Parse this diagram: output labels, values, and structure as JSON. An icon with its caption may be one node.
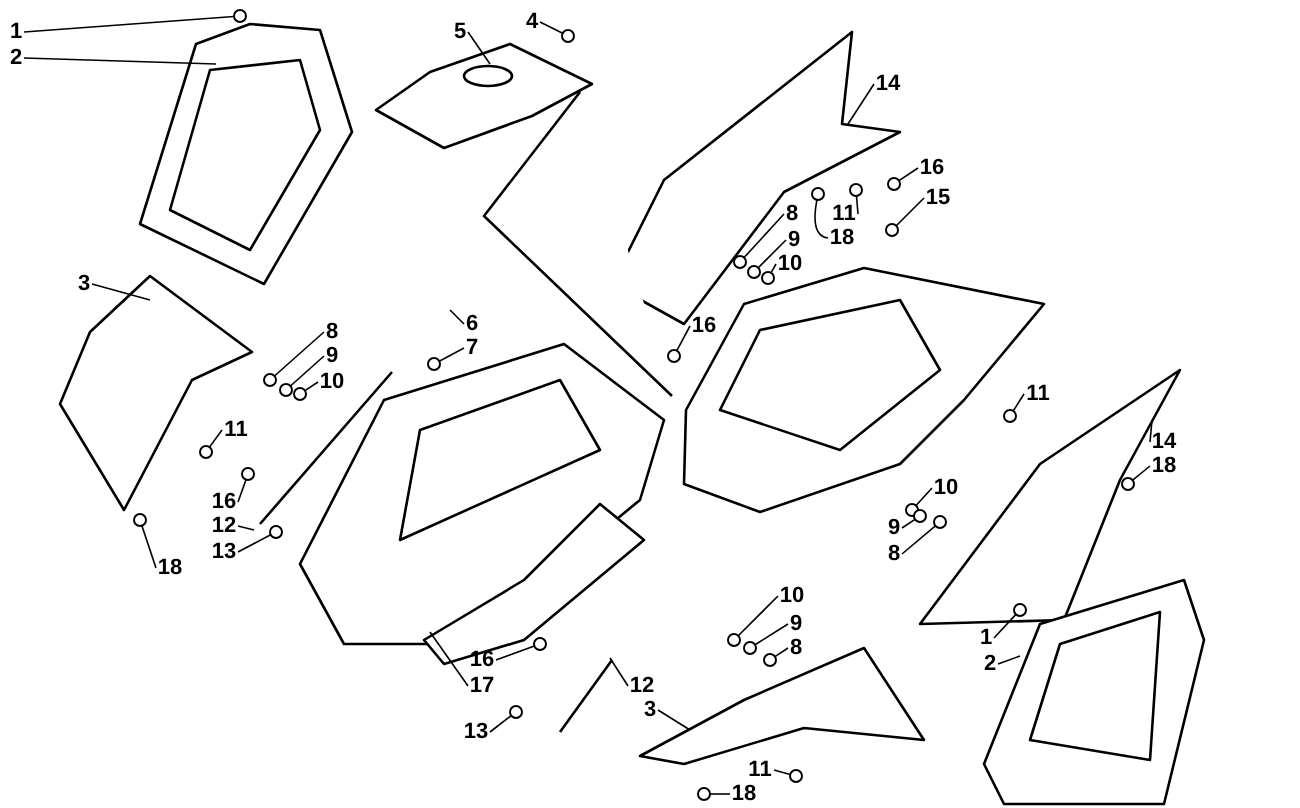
{
  "diagram": {
    "nodes": [
      {
        "text": [
          "4"
        ]
      },
      {
        "text": [
          "1"
        ]
      },
      {
        "text": [
          "5"
        ]
      },
      {
        "text": [
          "2"
        ]
      },
      {
        "text": [
          "14"
        ]
      },
      {
        "text": [
          "16"
        ]
      },
      {
        "text": [
          "15"
        ]
      },
      {
        "text": [
          "8"
        ]
      },
      {
        "text": [
          "11"
        ]
      },
      {
        "text": [
          "18"
        ]
      },
      {
        "text": [
          "9"
        ]
      },
      {
        "text": [
          "10"
        ]
      },
      {
        "text": [
          "3"
        ]
      },
      {
        "text": [
          "6"
        ]
      },
      {
        "text": [
          "16"
        ]
      },
      {
        "text": [
          "8"
        ]
      },
      {
        "text": [
          "7"
        ]
      },
      {
        "text": [
          "9"
        ]
      },
      {
        "text": [
          "10"
        ]
      },
      {
        "text": [
          "11"
        ]
      },
      {
        "text": [
          "11"
        ]
      },
      {
        "text": [
          "14"
        ]
      },
      {
        "text": [
          "18"
        ]
      },
      {
        "text": [
          "10"
        ]
      },
      {
        "text": [
          "16"
        ]
      },
      {
        "text": [
          "12"
        ]
      },
      {
        "text": [
          "9"
        ]
      },
      {
        "text": [
          "13"
        ]
      },
      {
        "text": [
          "8"
        ]
      },
      {
        "text": [
          "18"
        ]
      },
      {
        "text": [
          "10"
        ]
      },
      {
        "text": [
          "9"
        ]
      },
      {
        "text": [
          "1"
        ]
      },
      {
        "text": [
          "8"
        ]
      },
      {
        "text": [
          "16"
        ]
      },
      {
        "text": [
          "2"
        ]
      },
      {
        "text": [
          "12"
        ]
      },
      {
        "text": [
          "17"
        ]
      },
      {
        "text": [
          "3"
        ]
      },
      {
        "text": [
          "13"
        ]
      },
      {
        "text": [
          "11"
        ]
      },
      {
        "text": [
          "18"
        ]
      },
      {
        "text": [],
        "shape": "circle"
      },
      {
        "text": [],
        "shape": "circle"
      },
      {
        "text": [],
        "shape": "circle"
      },
      {
        "text": [],
        "shape": "circle"
      },
      {
        "text": [],
        "shape": "circle"
      },
      {
        "text": [],
        "shape": "circle"
      },
      {
        "text": [],
        "shape": "circle"
      },
      {
        "text": [],
        "shape": "circle"
      },
      {
        "text": [],
        "shape": "circle"
      },
      {
        "text": [],
        "shape": "circle"
      },
      {
        "text": [],
        "shape": "circle"
      },
      {
        "text": [],
        "shape": "circle"
      },
      {
        "text": [],
        "shape": "circle"
      },
      {
        "text": [],
        "shape": "circle"
      },
      {
        "text": [],
        "shape": "circle"
      },
      {
        "text": [],
        "shape": "circle"
      },
      {
        "text": [],
        "shape": "circle"
      },
      {
        "text": [],
        "shape": "circle"
      },
      {
        "text": [],
        "shape": "circle"
      },
      {
        "text": [],
        "shape": "circle"
      },
      {
        "text": [],
        "shape": "circle"
      },
      {
        "text": [],
        "shape": "circle"
      },
      {
        "text": [],
        "shape": "circle"
      },
      {
        "text": [],
        "shape": "circle"
      },
      {
        "text": [],
        "shape": "circle"
      },
      {
        "text": [],
        "shape": "circle"
      },
      {
        "text": [],
        "shape": "circle"
      },
      {
        "text": [],
        "shape": "circle"
      },
      {
        "text": [],
        "shape": "circle"
      },
      {
        "text": [],
        "shape": "circle"
      },
      {
        "text": [],
        "shape": "circle"
      }
    ],
    "edges": [
      {
        "from": 0,
        "to": 42,
        "arrow": "none"
      },
      {
        "from": 1,
        "to": 43,
        "arrow": "none"
      },
      {
        "from": 2,
        "to": null,
        "arrow": "none"
      },
      {
        "from": 3,
        "to": null,
        "arrow": "none"
      },
      {
        "from": 4,
        "to": null,
        "arrow": "none"
      },
      {
        "from": 5,
        "to": 44,
        "arrow": "none"
      },
      {
        "from": 6,
        "to": 45,
        "arrow": "none"
      },
      {
        "from": 7,
        "to": 46,
        "arrow": "none"
      },
      {
        "from": 8,
        "to": 47,
        "arrow": "none"
      },
      {
        "from": 9,
        "to": 48,
        "arrow": "none"
      },
      {
        "from": 10,
        "to": 49,
        "arrow": "none"
      },
      {
        "from": 11,
        "to": 50,
        "arrow": "none"
      },
      {
        "from": 12,
        "to": null,
        "arrow": "none"
      },
      {
        "from": 13,
        "to": null,
        "arrow": "none"
      },
      {
        "from": 14,
        "to": 51,
        "arrow": "none"
      },
      {
        "from": 15,
        "to": 52,
        "arrow": "none"
      },
      {
        "from": 16,
        "to": 53,
        "arrow": "none"
      },
      {
        "from": 17,
        "to": 54,
        "arrow": "none"
      },
      {
        "from": 18,
        "to": 55,
        "arrow": "none"
      },
      {
        "from": 19,
        "to": 56,
        "arrow": "none"
      },
      {
        "from": 20,
        "to": 57,
        "arrow": "none"
      },
      {
        "from": 21,
        "to": null,
        "arrow": "none"
      },
      {
        "from": 22,
        "to": 58,
        "arrow": "none"
      },
      {
        "from": 23,
        "to": 59,
        "arrow": "none"
      },
      {
        "from": 24,
        "to": 60,
        "arrow": "none"
      },
      {
        "from": 25,
        "to": null,
        "arrow": "none"
      },
      {
        "from": 26,
        "to": 61,
        "arrow": "none"
      },
      {
        "from": 27,
        "to": 62,
        "arrow": "none"
      },
      {
        "from": 28,
        "to": 63,
        "arrow": "none"
      },
      {
        "from": 29,
        "to": 64,
        "arrow": "none"
      },
      {
        "from": 30,
        "to": 65,
        "arrow": "none"
      },
      {
        "from": 31,
        "to": 66,
        "arrow": "none"
      },
      {
        "from": 32,
        "to": 67,
        "arrow": "none"
      },
      {
        "from": 33,
        "to": 68,
        "arrow": "none"
      },
      {
        "from": 34,
        "to": 69,
        "arrow": "none"
      },
      {
        "from": 35,
        "to": null,
        "arrow": "none"
      },
      {
        "from": 36,
        "to": null,
        "arrow": "none"
      },
      {
        "from": 37,
        "to": null,
        "arrow": "none"
      },
      {
        "from": 38,
        "to": null,
        "arrow": "none"
      },
      {
        "from": 39,
        "to": 70,
        "arrow": "none"
      },
      {
        "from": 40,
        "to": 71,
        "arrow": "none"
      },
      {
        "from": 41,
        "to": 72,
        "arrow": "none"
      }
    ]
  }
}
